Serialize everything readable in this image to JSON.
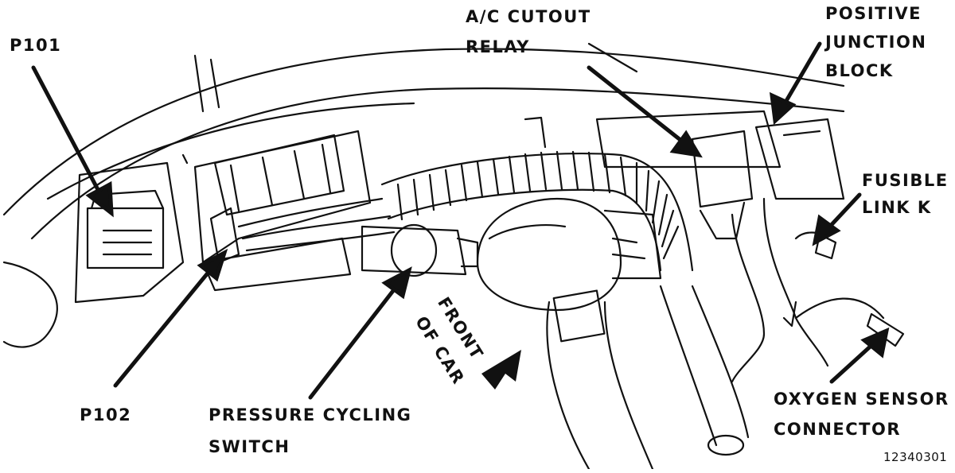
{
  "labels": {
    "p101": "P101",
    "p102": "P102",
    "ac_relay_line1": "A/C CUTOUT",
    "ac_relay_line2": "RELAY",
    "pjb_line1": "POSITIVE",
    "pjb_line2": "JUNCTION",
    "pjb_line3": "BLOCK",
    "fusible_line1": "FUSIBLE",
    "fusible_line2": "LINK K",
    "pressure_line1": "PRESSURE CYCLING",
    "pressure_line2": "SWITCH",
    "oxygen_line1": "OXYGEN SENSOR",
    "oxygen_line2": "CONNECTOR",
    "front_line1": "FRONT",
    "front_line2": "OF CAR"
  },
  "part_number": "12340301",
  "colors": {
    "ink": "#111111",
    "paper": "#ffffff"
  }
}
